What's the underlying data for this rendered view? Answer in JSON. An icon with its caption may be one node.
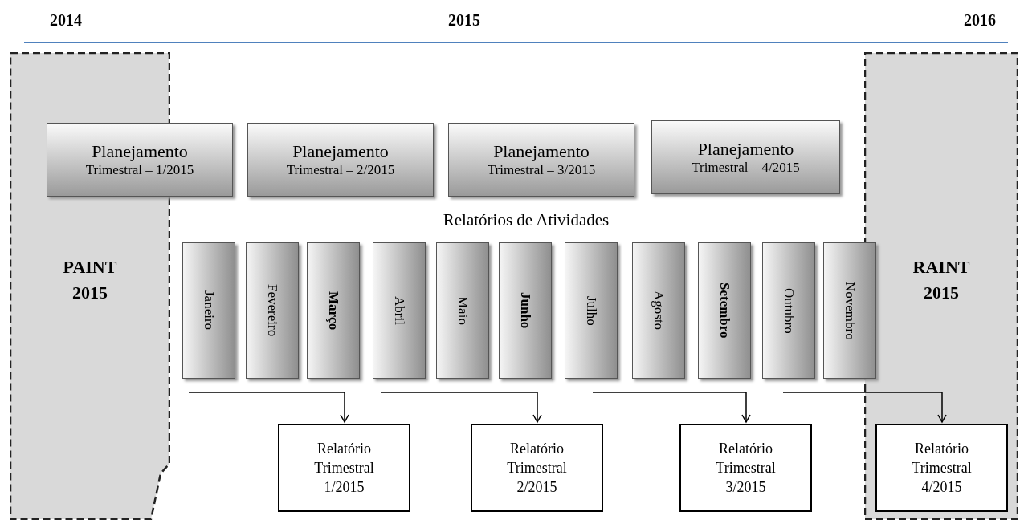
{
  "diagram": {
    "nodes": [
      {
        "text": [
          "PAINT 2015"
        ]
      },
      {
        "text": [
          "RAINT 2015"
        ]
      },
      {
        "text": [
          "Planejamento",
          "Trimestral – 1/2015"
        ]
      },
      {
        "text": [
          "Planejamento",
          "Trimestral – 2/2015"
        ]
      },
      {
        "text": [
          "Planejamento",
          "Trimestral – 3/2015"
        ]
      },
      {
        "text": [
          "Planejamento",
          "Trimestral – 4/2015"
        ]
      },
      {
        "text": [
          "Janeiro"
        ]
      },
      {
        "text": [
          "Fevereiro"
        ]
      },
      {
        "text": [
          "Março"
        ]
      },
      {
        "text": [
          "Abril"
        ]
      },
      {
        "text": [
          "Maio"
        ]
      },
      {
        "text": [
          "Junho"
        ]
      },
      {
        "text": [
          "Julho"
        ]
      },
      {
        "text": [
          "Agosto"
        ]
      },
      {
        "text": [
          "Setembro"
        ]
      },
      {
        "text": [
          "Outubro"
        ]
      },
      {
        "text": [
          "Novembro"
        ]
      },
      {
        "text": [
          "Relatório Trimestral 1/2015"
        ]
      },
      {
        "text": [
          "Relatório Trimestral 2/2015"
        ]
      },
      {
        "text": [
          "Relatório Trimestral 3/2015"
        ]
      },
      {
        "text": [
          "Relatório Trimestral 4/2015"
        ],
        "in": 1
      }
    ],
    "edges": [
      {
        "from": null,
        "to": 17,
        "arrow": "to"
      },
      {
        "from": null,
        "to": 18,
        "arrow": "to"
      },
      {
        "from": null,
        "to": 19,
        "arrow": "to"
      },
      {
        "from": null,
        "to": 20,
        "arrow": "to"
      }
    ],
    "labels": [
      "2014",
      "2015",
      "2016",
      "Relatórios de Atividades"
    ]
  }
}
